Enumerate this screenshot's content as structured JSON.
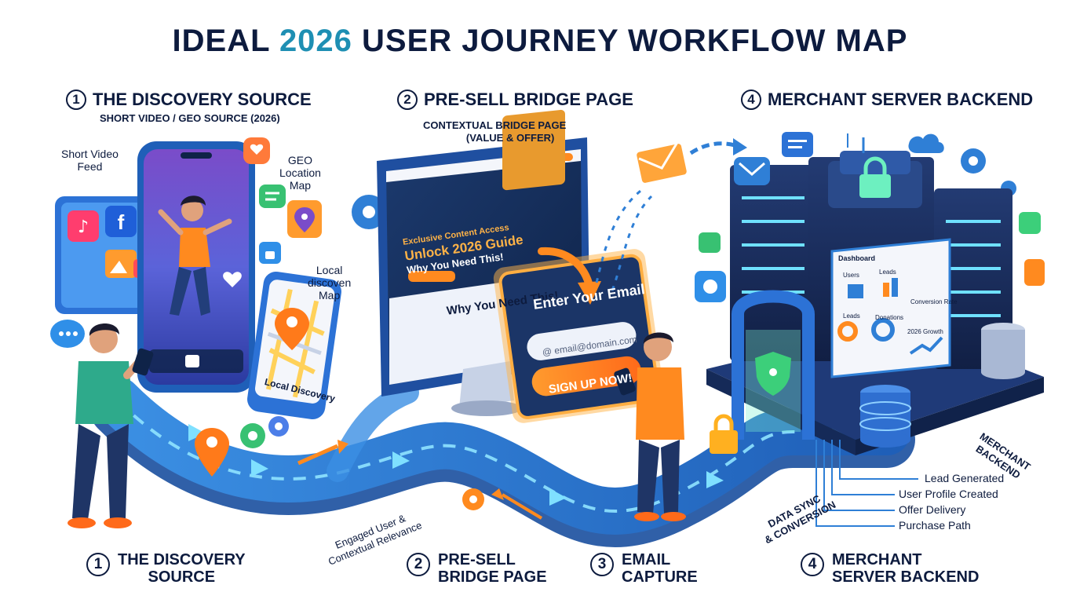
{
  "title": {
    "prefix": "IDEAL ",
    "accent": "2026",
    "suffix": " USER JOURNEY WORKFLOW MAP"
  },
  "sections": {
    "discovery": {
      "number": "1",
      "heading": "THE DISCOVERY SOURCE",
      "subheading": "SHORT VIDEO / GEO SOURCE (2026)"
    },
    "presell": {
      "number": "2",
      "heading": "PRE-SELL BRIDGE PAGE",
      "subheading_line1": "CONTEXTUAL BRIDGE PAGE",
      "subheading_line2": "(VALUE & OFFER)"
    },
    "merchant": {
      "number": "4",
      "heading": "MERCHANT SERVER BACKEND"
    }
  },
  "labels": {
    "short_video_line1": "Short Video",
    "short_video_line2": "Feed",
    "geo_line1": "GEO",
    "geo_line2": "Location",
    "geo_line3": "Map",
    "local_line1": "Local",
    "local_line2": "discoven",
    "local_line3": "Map",
    "local_discovery": "Local Discovery",
    "engaged_line1": "Engaged User &",
    "engaged_line2": "Contextual Relevance",
    "data_sync_line1": "DATA SYNC",
    "data_sync_line2": "& CONVERSION",
    "merchant_backend_line1": "MERCHANT",
    "merchant_backend_line2": "BACKEND"
  },
  "bridge_page": {
    "kicker": "Exclusive Content Access",
    "headline": "Unlock 2026 Guide",
    "subline": "Why You Need This!",
    "section_title": "Why You Need This!"
  },
  "email_card": {
    "heading": "Enter Your Email",
    "placeholder": "email@domain.com",
    "button": "SIGN UP NOW!"
  },
  "dashboard": {
    "title": "Dashboard",
    "users": "Users",
    "leads": "Leads",
    "conversion": "Conversion Rate",
    "leads2": "Leads",
    "donations": "Donations",
    "growth": "2026 Growth"
  },
  "backend_list": [
    "Lead Generated",
    "User Profile Created",
    "Offer Delivery",
    "Purchase Path"
  ],
  "bottom_steps": [
    {
      "number": "1",
      "line1": "THE DISCOVERY",
      "line2": "SOURCE"
    },
    {
      "number": "2",
      "line1": "PRE-SELL",
      "line2": "BRIDGE PAGE"
    },
    {
      "number": "3",
      "line1": "EMAIL",
      "line2": "CAPTURE"
    },
    {
      "number": "4",
      "line1": "MERCHANT",
      "line2": "SERVER BACKEND"
    }
  ],
  "colors": {
    "navy": "#0d1b3e",
    "accent": "#1e8fb3",
    "path_blue": "#2f7fd6",
    "path_glow": "#7fd8ff",
    "orange": "#ff8a1f",
    "server_dark": "#15264e"
  },
  "icons": [
    "tiktok-icon",
    "facebook-icon",
    "heart-icon",
    "chat-icon",
    "location-pin-icon",
    "gear-icon",
    "envelope-icon",
    "lock-icon",
    "shield-icon",
    "database-icon",
    "cloud-icon"
  ]
}
